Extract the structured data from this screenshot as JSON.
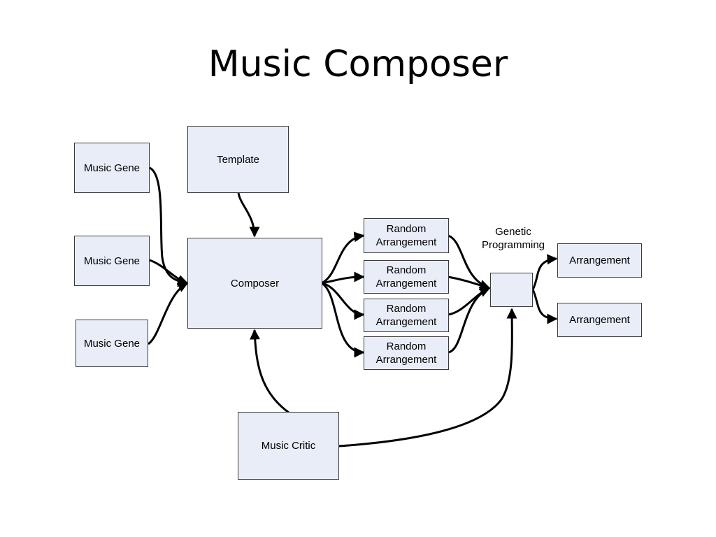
{
  "title": "Music Composer",
  "nodes": {
    "music_gene_1": "Music Gene",
    "music_gene_2": "Music Gene",
    "music_gene_3": "Music Gene",
    "template": "Template",
    "composer": "Composer",
    "random_1_line1": "Random",
    "random_1_line2": "Arrangement",
    "random_2_line1": "Random",
    "random_2_line2": "Arrangement",
    "random_3_line1": "Random",
    "random_3_line2": "Arrangement",
    "random_4_line1": "Random",
    "random_4_line2": "Arrangement",
    "genetic_line1": "Genetic",
    "genetic_line2": "Programming",
    "arrangement_1": "Arrangement",
    "arrangement_2": "Arrangement",
    "music_critic": "Music Critic"
  },
  "colors": {
    "box_fill": "#e8edf7",
    "stroke": "#000000"
  }
}
